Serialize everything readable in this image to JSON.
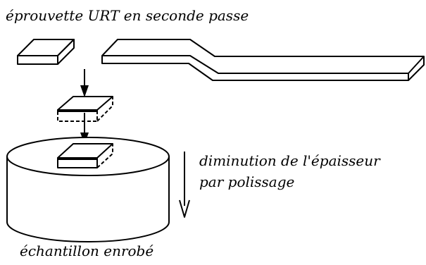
{
  "labels": {
    "title": "éprouvette URT en seconde passe",
    "thinning_line1": "diminution de l'épaisseur",
    "thinning_line2": "par polissage",
    "caption": "échantillon enrobé"
  }
}
